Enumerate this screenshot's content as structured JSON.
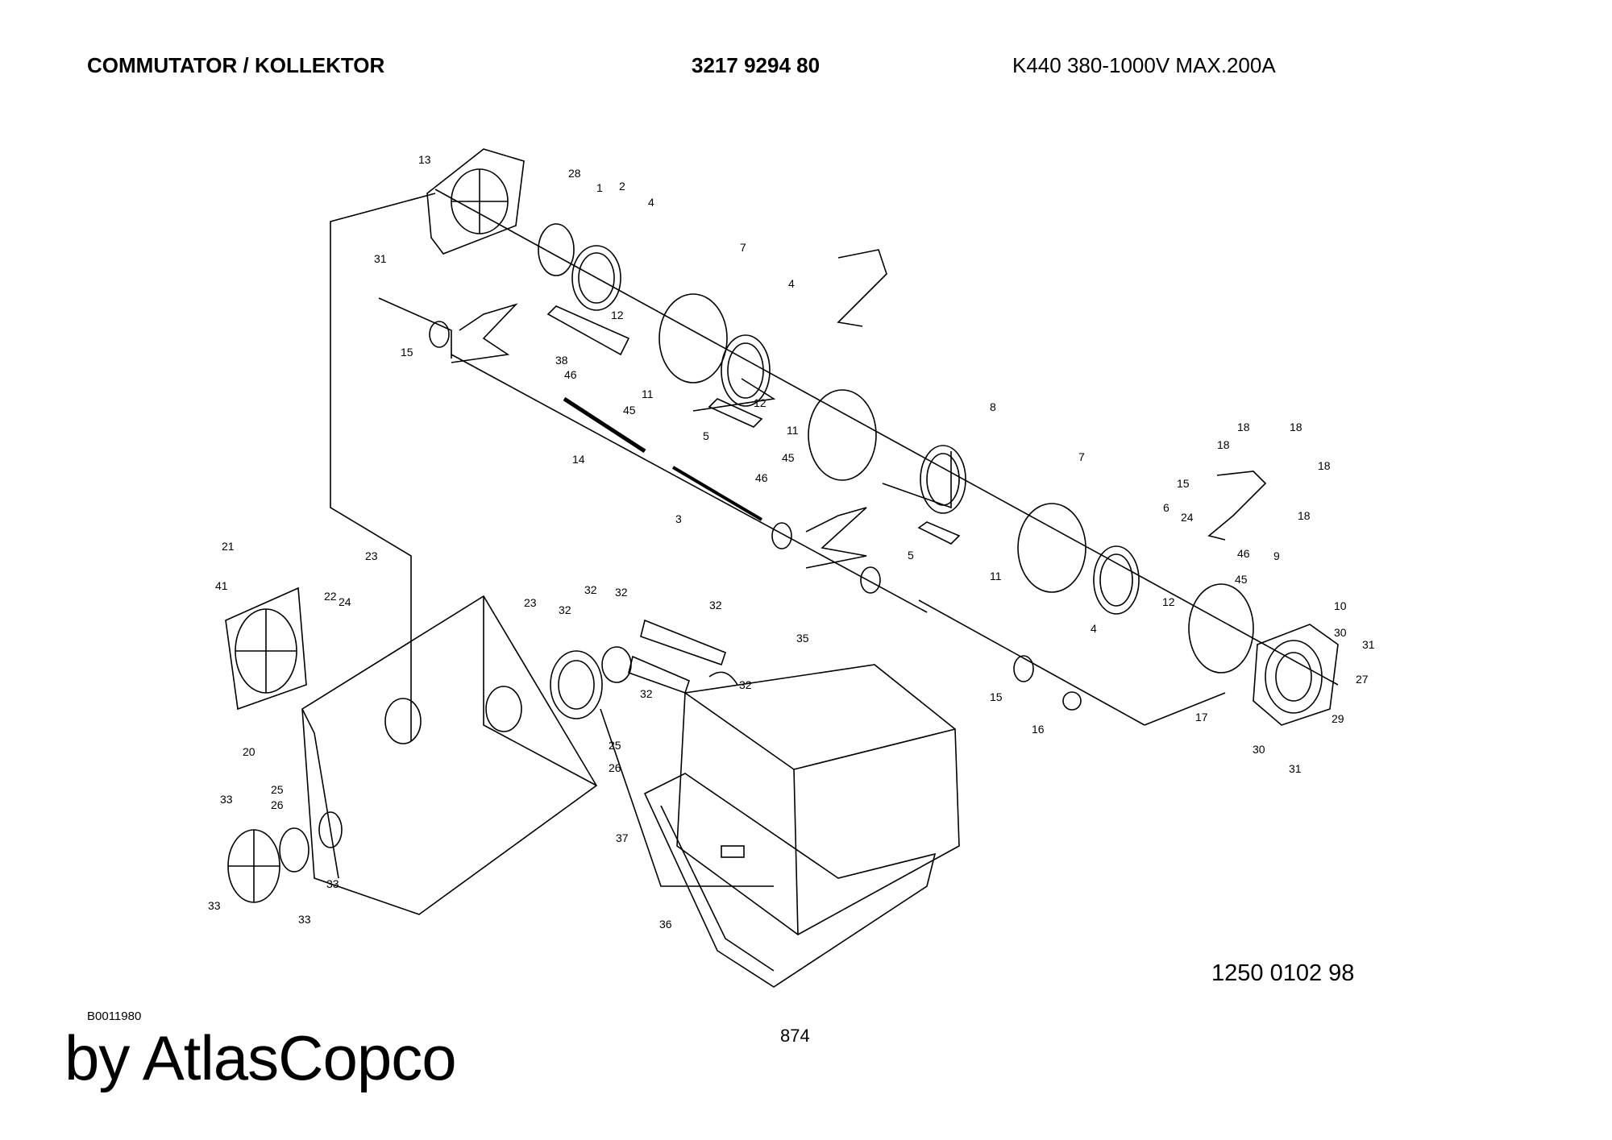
{
  "header": {
    "title": "COMMUTATOR / KOLLEKTOR",
    "part_number": "3217 9294 80",
    "model": "K440 380-1000V MAX.200A"
  },
  "footer": {
    "document_number": "1250 0102 98",
    "drawing_code": "B0011980",
    "page_number": "874",
    "brand": "by AtlasCopco"
  },
  "callouts": [
    "13",
    "28",
    "1",
    "2",
    "4",
    "31",
    "7",
    "4",
    "15",
    "12",
    "38",
    "11",
    "46",
    "45",
    "12",
    "11",
    "5",
    "45",
    "46",
    "14",
    "8",
    "18",
    "18",
    "18",
    "18",
    "7",
    "15",
    "18",
    "6",
    "24",
    "46",
    "45",
    "3",
    "5",
    "11",
    "9",
    "21",
    "23",
    "41",
    "22",
    "24",
    "23",
    "32",
    "32",
    "32",
    "32",
    "12",
    "4",
    "10",
    "30",
    "31",
    "35",
    "32",
    "27",
    "32",
    "15",
    "16",
    "17",
    "29",
    "20",
    "25",
    "26",
    "30",
    "31",
    "25",
    "26",
    "33",
    "37",
    "33",
    "33",
    "33",
    "36"
  ]
}
